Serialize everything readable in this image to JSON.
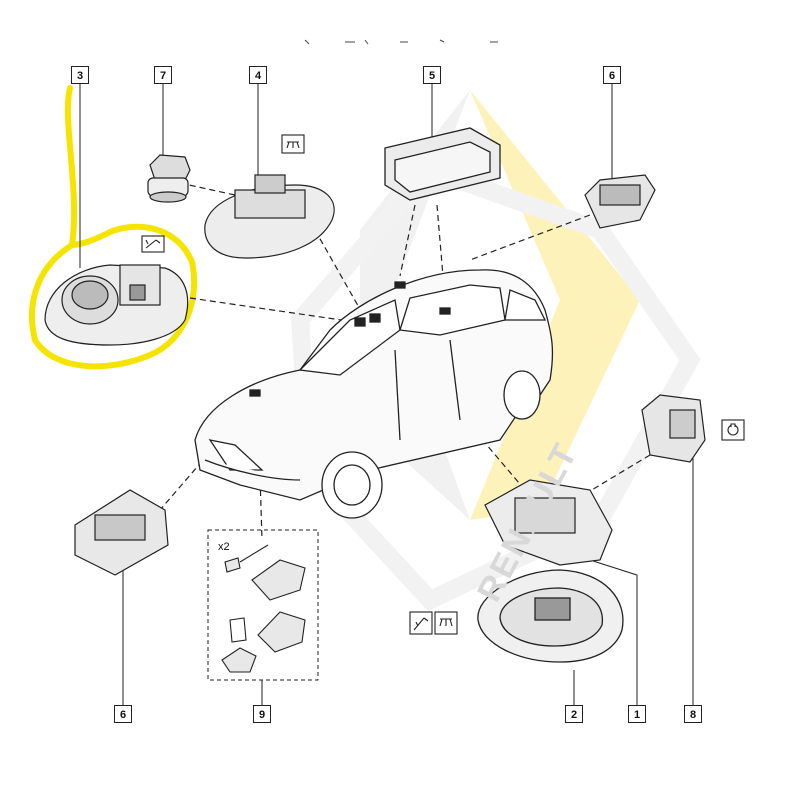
{
  "callouts": {
    "n3": "3",
    "n7": "7",
    "n4": "4",
    "n5": "5",
    "n6_top": "6",
    "n6_bottom": "6",
    "n9": "9",
    "n2": "2",
    "n1": "1",
    "n8": "8"
  },
  "quantity_label": "x2",
  "watermark": "RENAULT",
  "colors": {
    "line": "#222222",
    "highlight": "#f5e400",
    "watermark_yellow": "#fbe98f",
    "watermark_grey": "#d9d9d9"
  },
  "icons": [
    "reading-lamp-icon",
    "dome-light-icon",
    "lock-icon"
  ]
}
